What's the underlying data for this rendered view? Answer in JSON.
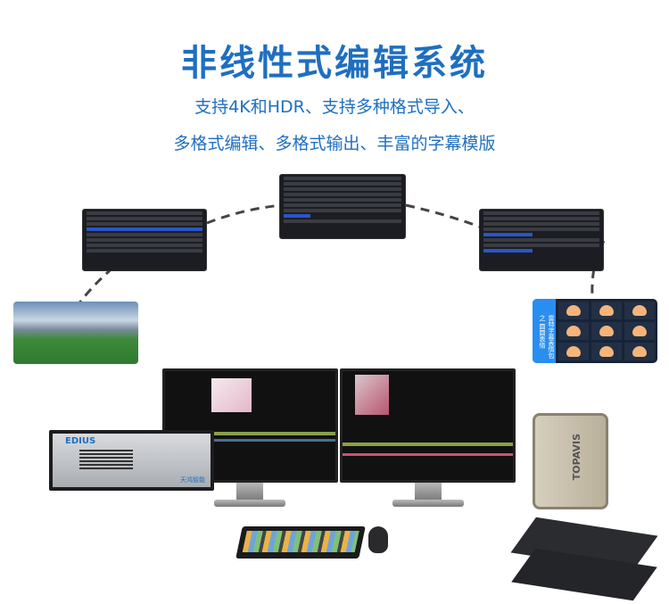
{
  "header": {
    "title": "非线性式编辑系统",
    "line1": "支持4K和HDR、支持多种格式导入、",
    "line2": "多格式编辑、多格式输出、丰富的字幕模版"
  },
  "products": {
    "server_brand": "EDIUS",
    "server_badge": "天鸿智能",
    "tower_brand": "TOPAVIS",
    "emoji_sidebar": "雷特字幕表情包之 圆圆表情"
  },
  "colors": {
    "accent": "#1f6fc0"
  }
}
